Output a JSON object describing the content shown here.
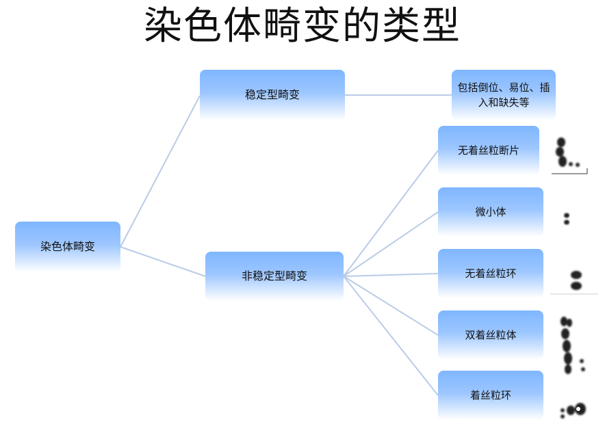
{
  "title": "染色体畸变的类型",
  "root": {
    "label": "染色体畸变"
  },
  "branches": {
    "stable": {
      "label": "稳定型畸变",
      "leaf": "包括倒位、易位、插入和缺失等"
    },
    "unstable": {
      "label": "非稳定型畸变",
      "leaves": [
        {
          "label": "无着丝粒断片",
          "image": "acentric-fragment-chromosome"
        },
        {
          "label": "微小体",
          "image": "minute-chromosome"
        },
        {
          "label": "无着丝粒环",
          "image": "acentric-ring-chromosome"
        },
        {
          "label": "双着丝粒体",
          "image": "dicentric-chromosome"
        },
        {
          "label": "着丝粒环",
          "image": "centric-ring-chromosome"
        }
      ]
    }
  },
  "colors": {
    "node_top": "#7fb6ff",
    "node_bottom": "#ffffff",
    "connector": "#b9cbe6"
  }
}
